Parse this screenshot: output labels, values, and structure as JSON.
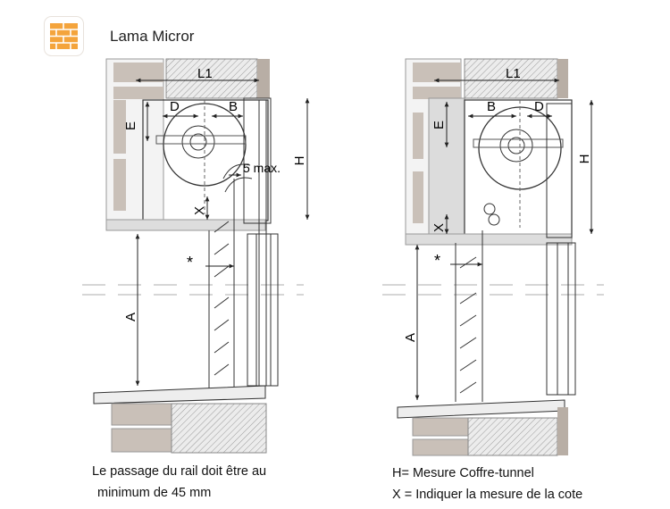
{
  "header": {
    "title": "Lama Micror",
    "logo_icon": "brick-wall-icon",
    "logo_color": "#f4a43c"
  },
  "drawings": [
    {
      "labels": {
        "l1": "L1",
        "d": "D",
        "b": "B",
        "e": "E",
        "h": "H",
        "x": "X",
        "a": "A",
        "star": "*",
        "max": "5 max."
      }
    },
    {
      "labels": {
        "l1": "L1",
        "b": "B",
        "d": "D",
        "e": "E",
        "h": "H",
        "x": "X",
        "a": "A",
        "star": "*"
      }
    }
  ],
  "notes": {
    "left_line1": "Le passage du rail doit être au",
    "left_line2": "minimum de 45 mm",
    "right_line1": "H= Mesure Coffre-tunnel",
    "right_line2": "X = Indiquer la mesure de la cote"
  },
  "colors": {
    "wall": "#c9c0b8",
    "line": "#222222",
    "hatch": "#bdbdbd"
  }
}
